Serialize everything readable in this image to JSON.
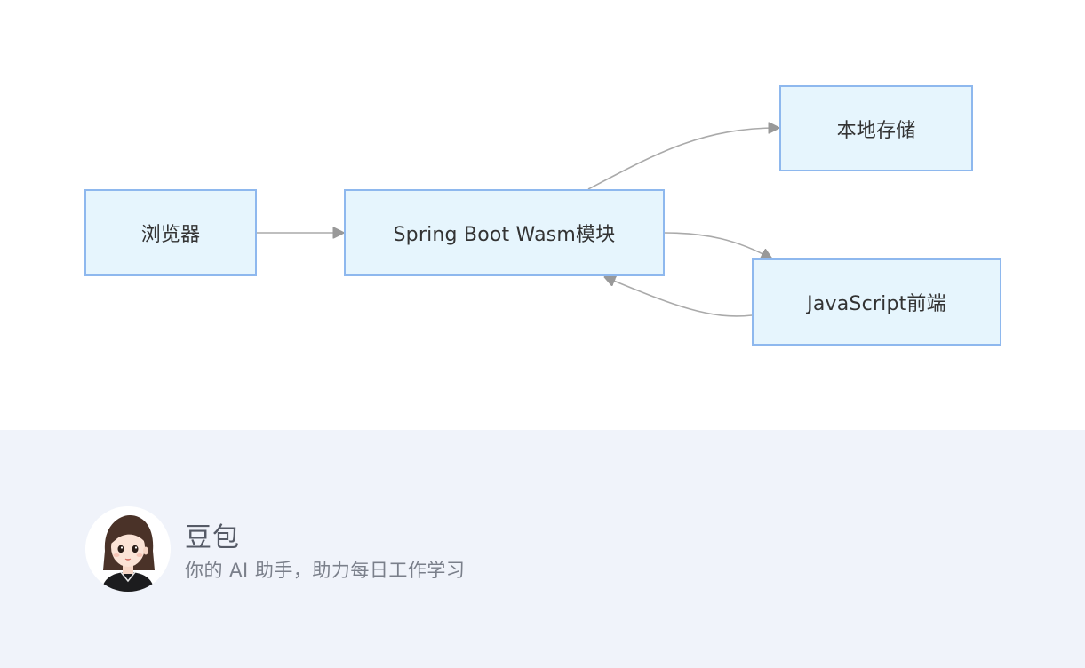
{
  "diagram": {
    "nodes": {
      "browser": "浏览器",
      "wasm_module": "Spring Boot Wasm模块",
      "local_storage": "本地存储",
      "js_frontend": "JavaScript前端"
    },
    "edges": [
      {
        "from": "browser",
        "to": "wasm_module"
      },
      {
        "from": "wasm_module",
        "to": "local_storage"
      },
      {
        "from": "wasm_module",
        "to": "js_frontend"
      },
      {
        "from": "js_frontend",
        "to": "wasm_module"
      }
    ],
    "colors": {
      "node_fill": "#e6f5fd",
      "node_border": "#8eb8ee",
      "edge": "#aaaaaa",
      "footer_bg": "#f0f3fa"
    }
  },
  "footer": {
    "avatar_icon": "doubao-avatar-icon",
    "name": "豆包",
    "tagline": "你的 AI 助手，助力每日工作学习"
  }
}
